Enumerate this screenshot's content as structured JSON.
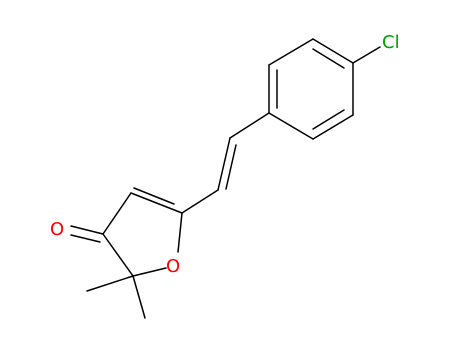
{
  "molecule": {
    "atoms": [
      {
        "symbol": "Cl",
        "color": "#00a000"
      },
      {
        "symbol": "O",
        "color": "#ff0000"
      },
      {
        "symbol": "O",
        "color": "#ff0000"
      }
    ],
    "bond_color": "#000000"
  }
}
